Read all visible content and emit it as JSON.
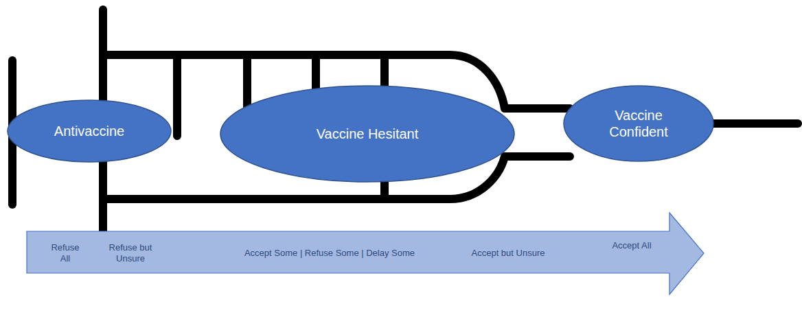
{
  "diagram": {
    "nodes": [
      {
        "text": [
          "Antivaccine"
        ]
      },
      {
        "text": [
          "Vaccine Hesitant"
        ]
      },
      {
        "text": [
          "Vaccine Confident"
        ]
      },
      {
        "text": [
          "Refuse All",
          "Refuse but Unsure",
          "Accept Some | Refuse Some | Delay Some",
          "Accept but Unsure",
          "Accept All"
        ]
      }
    ]
  }
}
